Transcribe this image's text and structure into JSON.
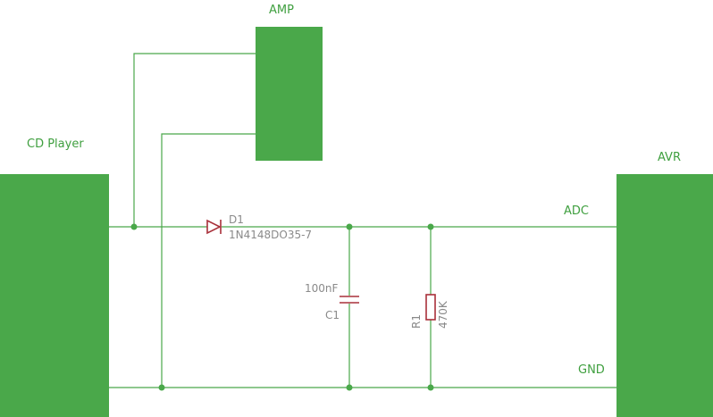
{
  "blocks": {
    "amp": "AMP",
    "cd_player": "CD Player",
    "avr": "AVR"
  },
  "nets": {
    "adc": "ADC",
    "gnd": "GND"
  },
  "components": {
    "diode": {
      "ref": "D1",
      "value": "1N4148DO35-7"
    },
    "capacitor": {
      "ref": "C1",
      "value": "100nF"
    },
    "resistor": {
      "ref": "R1",
      "value": "470K"
    }
  },
  "colors": {
    "wire": "#4aa84a",
    "component": "#a8303a",
    "component_text": "#8a8a8a"
  }
}
